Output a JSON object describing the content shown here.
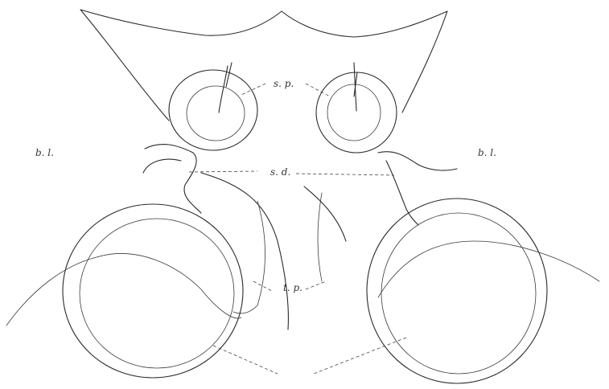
{
  "labels": {
    "sp": "s. p.",
    "sd": "s. d.",
    "tp": "t. p.",
    "bl_left": "b. l.",
    "bl_right": "b. l."
  },
  "colors": {
    "ink": "#2a2a2a",
    "paper": "#ffffff",
    "stipple": "#555555"
  }
}
